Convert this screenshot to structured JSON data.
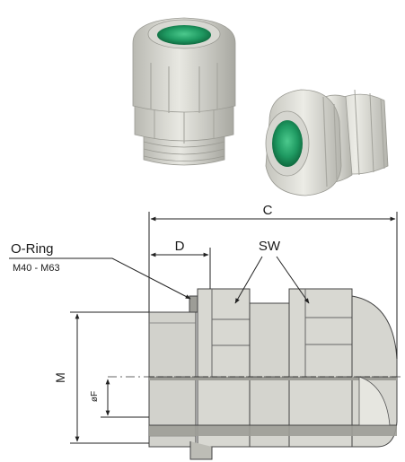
{
  "labels": {
    "c": "C",
    "d": "D",
    "sw": "SW",
    "m": "M",
    "f": "øF",
    "oring_title": "O-Ring",
    "oring_range": "M40 - M63"
  },
  "colors": {
    "plastic_light": "#e2e2dc",
    "plastic_mid": "#cfcfc8",
    "plastic_dark": "#a9a9a2",
    "seal_green": "#1f9a62",
    "seal_green_dark": "#0f6a3f",
    "section": "#9d9d97",
    "line": "#222222"
  }
}
